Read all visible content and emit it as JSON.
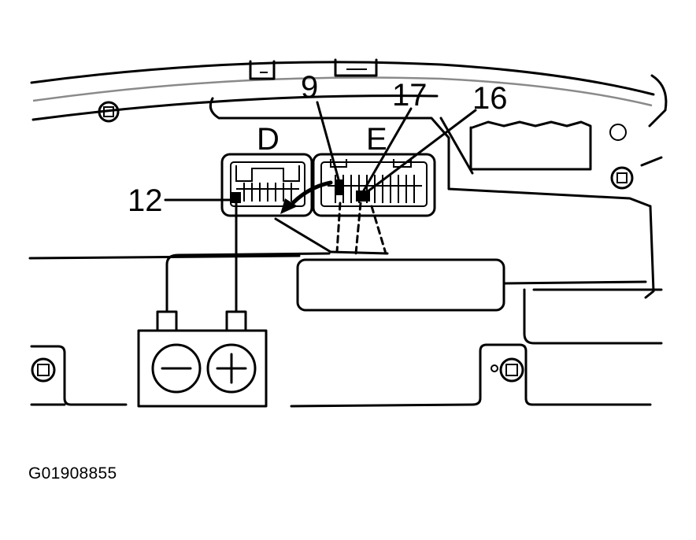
{
  "labels": {
    "connector_d": "D",
    "connector_e": "E",
    "pin_9": "9",
    "pin_17": "17",
    "pin_16": "16",
    "pin_12": "12"
  },
  "battery": {
    "negative_symbol": "minus-symbol",
    "positive_symbol": "plus-symbol"
  },
  "figure_id": "G01908855"
}
